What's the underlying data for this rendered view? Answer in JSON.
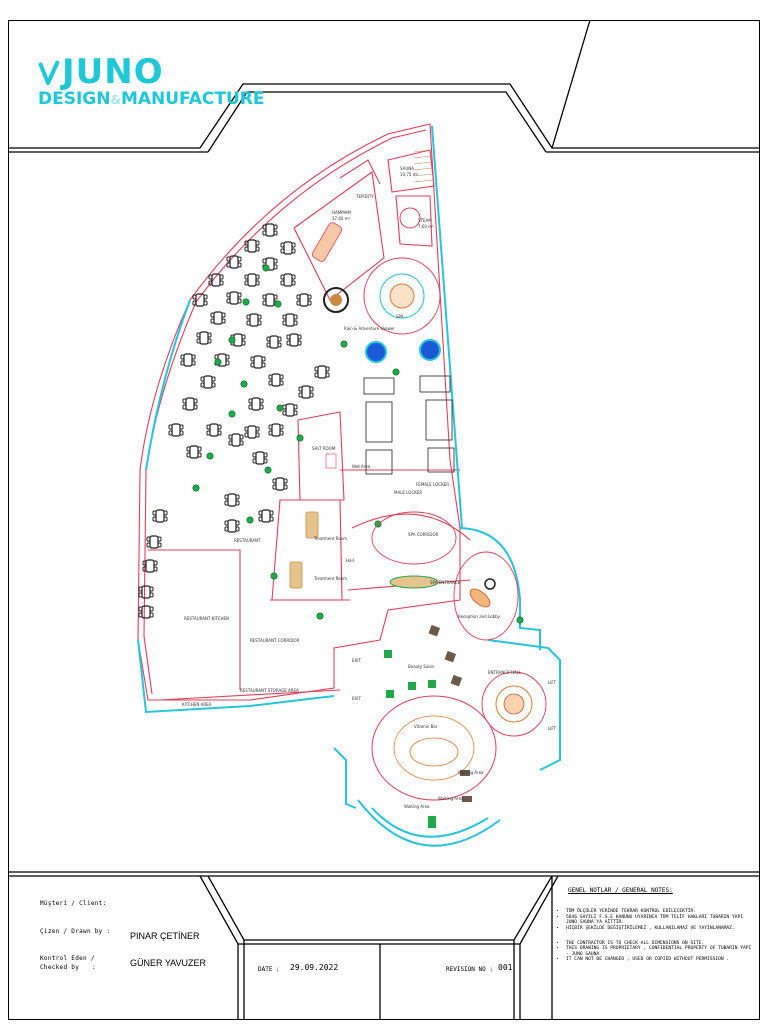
{
  "logo": {
    "brand": "JUNO",
    "tagline_left": "DESIGN",
    "tagline_amp": "&",
    "tagline_right": "MANUFACTURE"
  },
  "colors": {
    "brand": "#1ec8d8",
    "walls": "#e0405a",
    "glass": "#28c4dc",
    "furniture": "#222222",
    "plants": "#1fa94a"
  },
  "rooms": {
    "sauna": "SAUNA",
    "sauna_area": "10,75 m²",
    "hammam": "HAMMAM",
    "hammam_area": "17,60 m²",
    "tepidity": "TEPIDITY",
    "steam": "STEAM",
    "steam_area": "7,60 m²",
    "spa_pool": "SPA",
    "rain_shower": "Rain & Adventure shower",
    "salt_room": "SALT ROOM",
    "restaurant": "RESTAURANT",
    "restaurant_kitchen": "RESTAURANT KITCHEN",
    "restaurant_corridor": "RESTAURANT CORRIDOR",
    "restaurant_storage": "RESTAURANT STORAGE AREA",
    "kitchen_area": "KITCHEN AREA",
    "treatment_1": "Treatment Room",
    "treatment_2": "Treatment Room",
    "hall": "Hall",
    "spa_corridor": "SPA CORRIDOR",
    "spa_entrance": "SPA ENTRANCE",
    "reception": "Reception and Lobby",
    "entrance_hall": "ENTRANCE HALL",
    "beauty_salon": "Beauty Salon",
    "vitamin_bar": "Vitamin Bar",
    "waiting_left": "Waiting Area",
    "waiting_mid": "Waiting Area",
    "waiting_right": "Waiting Area",
    "lift_1": "LIFT",
    "lift_2": "LIFT",
    "exit_1": "EXIT",
    "exit_2": "EXIT",
    "male_locker": "MALE LOCKER",
    "female_locker": "FEMALE LOCKER",
    "wet_area": "Wet Area"
  },
  "title_block": {
    "client_label": "Müşteri / Client:",
    "client_value": "",
    "drawn_label": "Çizen / Drawn by :",
    "drawn_value": "PINAR ÇETİNER",
    "checked_label_1": "Kontrol Eden /",
    "checked_label_2": "Checked by",
    "checked_colon": ":",
    "checked_value": "GÜNER YAVUZER",
    "date_label": "DATE :",
    "date_value": "29.09.2022",
    "revision_label": "REVISION NO :",
    "revision_value": "001"
  },
  "notes": {
    "title": "GENEL NOTLAR / GENERAL NOTES:",
    "tr": [
      "TÜM ÖLÇÜLER YERİNDE TEKRAR KONTROL EDİLECEKTİR.",
      "5846 SAYILI F.S.E KANUNU UYARINCA TÜM TELİF HAKLARI TUBARIN YAPI JUNO SAUNA'YA AİTTİR.",
      "HİÇBİR ŞEKİLDE DEĞİŞTİRİLEMEZ , KULLANILAMAZ VE YAYINLANAMAZ."
    ],
    "en": [
      "THE CONTRACTOR IS TO CHECK ALL DIMENSIONS ON SITE.",
      "THIS DRAWING IS PROPRIETARY , CONFIDENTIAL PROPERTY OF TUBARIN YAPI - JUNO SAUNA",
      "IT CAN NOT BE CHANGED , USED OR COPIED WITHOUT PERMISSION ."
    ]
  }
}
